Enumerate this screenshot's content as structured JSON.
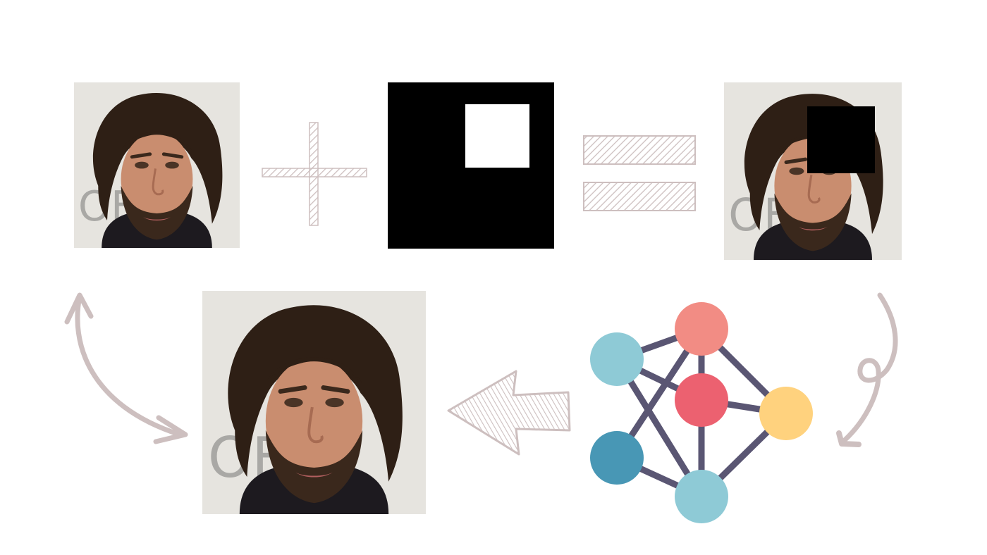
{
  "diagram": {
    "colors": {
      "background": "#ffffff",
      "sketch": "#cdbfbf",
      "mask_dark": "#000000",
      "mask_light": "#ffffff",
      "photo_backdrop": "#e4e2dc",
      "hair": "#2e1f15",
      "skin": "#c98d6f",
      "beard": "#3a281c",
      "edge": "#5a5673",
      "node_salmon": "#f28c84",
      "node_red": "#ec6170",
      "node_teal_light": "#8ecad6",
      "node_teal_dark": "#4897b5",
      "node_yellow": "#ffd27e"
    },
    "icons": {
      "original_photo": "face-photo-icon",
      "plus": "plus-icon",
      "mask": "mask-square-icon",
      "equals": "equals-icon",
      "masked_photo": "masked-face-photo-icon",
      "flow_down": "curly-arrow-down-icon",
      "network": "neural-network-icon",
      "flow_left": "sketch-arrow-left-icon",
      "reconstructed_photo": "reconstructed-face-photo-icon",
      "compare": "double-headed-arrow-icon"
    },
    "network": {
      "nodes": [
        {
          "id": "n1",
          "color": "#8ecad6"
        },
        {
          "id": "n2",
          "color": "#f28c84"
        },
        {
          "id": "n3",
          "color": "#ec6170"
        },
        {
          "id": "n4",
          "color": "#ffd27e"
        },
        {
          "id": "n5",
          "color": "#4897b5"
        },
        {
          "id": "n6",
          "color": "#8ecad6"
        }
      ],
      "edges": [
        [
          "n1",
          "n2"
        ],
        [
          "n1",
          "n3"
        ],
        [
          "n1",
          "n6"
        ],
        [
          "n2",
          "n3"
        ],
        [
          "n2",
          "n4"
        ],
        [
          "n2",
          "n5"
        ],
        [
          "n3",
          "n4"
        ],
        [
          "n3",
          "n6"
        ],
        [
          "n4",
          "n6"
        ],
        [
          "n5",
          "n6"
        ]
      ]
    }
  }
}
